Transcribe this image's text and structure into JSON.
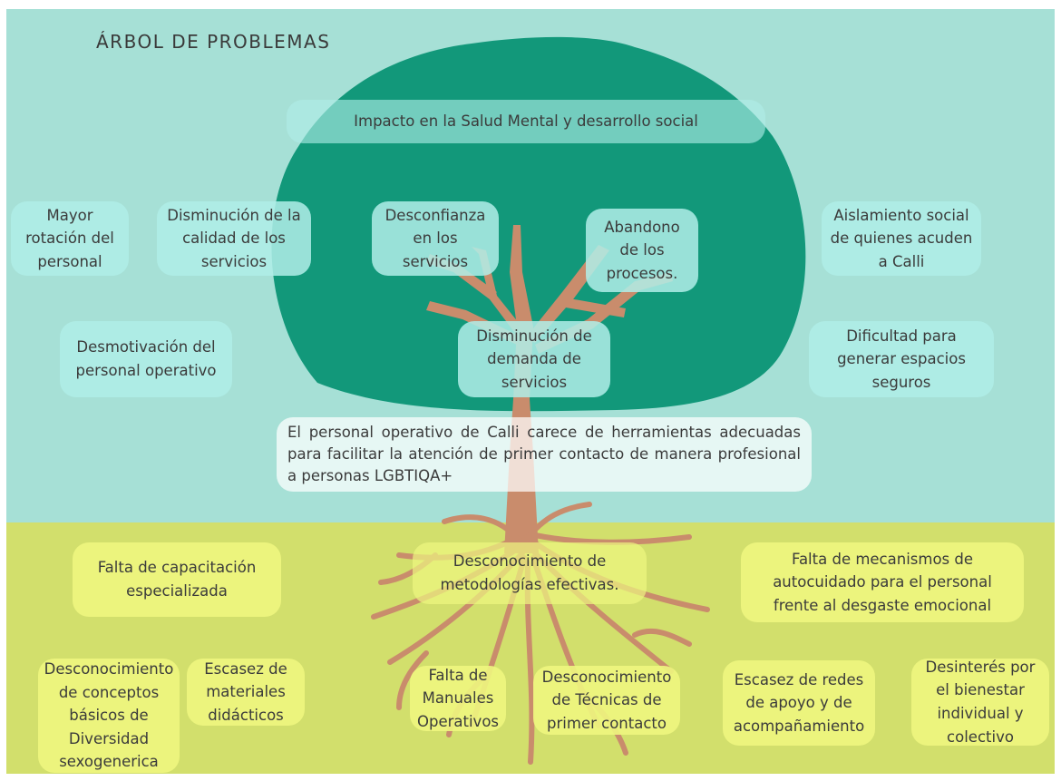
{
  "title": "ÁRBOL DE PROBLEMAS",
  "colors": {
    "sky": "#a6e0d6",
    "ground": "#d2df6c",
    "canopy": "#12987a",
    "trunk": "#c98c6c",
    "effect_box": "#b0eee8",
    "cause_box": "#eef680",
    "problem_box": "#ffffff"
  },
  "effects": {
    "top": "Impacto en la Salud Mental y desarrollo social",
    "e1": "Mayor rotación del personal",
    "e2": "Disminución de la calidad de los servicios",
    "e3": "Desconfianza en los servicios",
    "e4": "Abandono de los procesos.",
    "e5": "Aislamiento social de quienes acuden a Calli",
    "e6": "Desmotivación del personal operativo",
    "e7": "Disminución de demanda de servicios",
    "e8": "Dificultad para generar espacios seguros"
  },
  "central_problem": "El personal operativo de Calli carece de herramientas adecuadas para facilitar la atención de primer contacto de manera profesional a personas LGBTIQA+",
  "causes": {
    "c1": "Falta de capacitación especializada",
    "c2": "Desconocimiento de metodologías efectivas.",
    "c3": "Falta de mecanismos de autocuidado para el personal frente al desgaste emocional",
    "c4": "Desconocimiento de conceptos básicos de Diversidad sexogenerica",
    "c5": "Escasez de materiales didácticos",
    "c6": "Falta de Manuales Operativos",
    "c7": "Desconocimiento de Técnicas de primer contacto",
    "c8": "Escasez de redes de apoyo y de acompañamiento",
    "c9": "Desinterés por el bienestar individual y colectivo"
  }
}
